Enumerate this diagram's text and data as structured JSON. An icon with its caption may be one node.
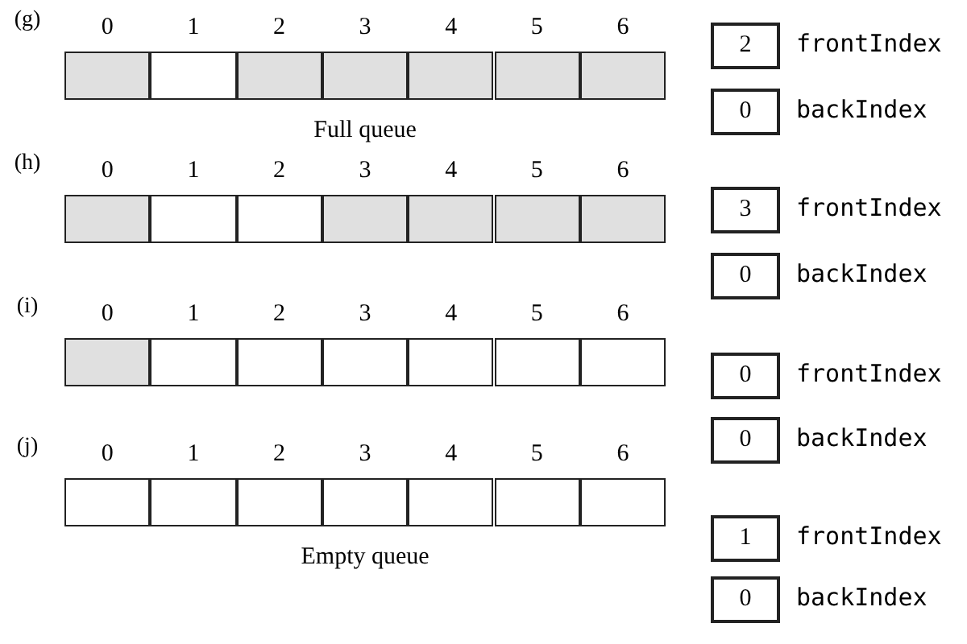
{
  "diagram": {
    "nodes": [
      {
        "text": [],
        "shape": "box"
      },
      {
        "text": [],
        "shape": "box"
      },
      {
        "text": [],
        "shape": "box"
      },
      {
        "text": [],
        "shape": "box"
      },
      {
        "text": [],
        "shape": "box"
      },
      {
        "text": [],
        "shape": "box"
      },
      {
        "text": [],
        "shape": "box"
      },
      {
        "text": [
          "2"
        ],
        "beside": [
          "frontIndex"
        ]
      },
      {
        "text": [
          "0"
        ],
        "beside": [
          "backIndex"
        ]
      },
      {
        "text": [],
        "shape": "box"
      },
      {
        "text": [],
        "shape": "box"
      },
      {
        "text": [],
        "shape": "box"
      },
      {
        "text": [],
        "shape": "box"
      },
      {
        "text": [],
        "shape": "box"
      },
      {
        "text": [],
        "shape": "box"
      },
      {
        "text": [],
        "shape": "box"
      },
      {
        "text": [
          "3"
        ],
        "beside": [
          "frontIndex"
        ]
      },
      {
        "text": [
          "0"
        ],
        "beside": [
          "backIndex"
        ]
      },
      {
        "text": [],
        "shape": "box"
      },
      {
        "text": [],
        "shape": "box"
      },
      {
        "text": [],
        "shape": "box"
      },
      {
        "text": [],
        "shape": "box"
      },
      {
        "text": [],
        "shape": "box"
      },
      {
        "text": [],
        "shape": "box"
      },
      {
        "text": [],
        "shape": "box"
      },
      {
        "text": [
          "0"
        ],
        "beside": [
          "frontIndex"
        ]
      },
      {
        "text": [
          "0"
        ],
        "beside": [
          "backIndex"
        ]
      },
      {
        "text": [],
        "shape": "box"
      },
      {
        "text": [],
        "shape": "box"
      },
      {
        "text": [],
        "shape": "box"
      },
      {
        "text": [],
        "shape": "box"
      },
      {
        "text": [],
        "shape": "box"
      },
      {
        "text": [],
        "shape": "box"
      },
      {
        "text": [],
        "shape": "box"
      },
      {
        "text": [
          "1"
        ],
        "beside": [
          "frontIndex"
        ]
      },
      {
        "text": [
          "0"
        ],
        "beside": [
          "backIndex"
        ]
      }
    ],
    "labels": [
      "(g)",
      "0",
      "1",
      "2",
      "3",
      "4",
      "5",
      "6",
      "Full queue",
      "(h)",
      "0",
      "1",
      "2",
      "3",
      "4",
      "5",
      "6",
      "(i)",
      "0",
      "1",
      "2",
      "3",
      "4",
      "5",
      "6",
      "(j)",
      "0",
      "1",
      "2",
      "3",
      "4",
      "5",
      "6",
      "Empty queue"
    ]
  }
}
